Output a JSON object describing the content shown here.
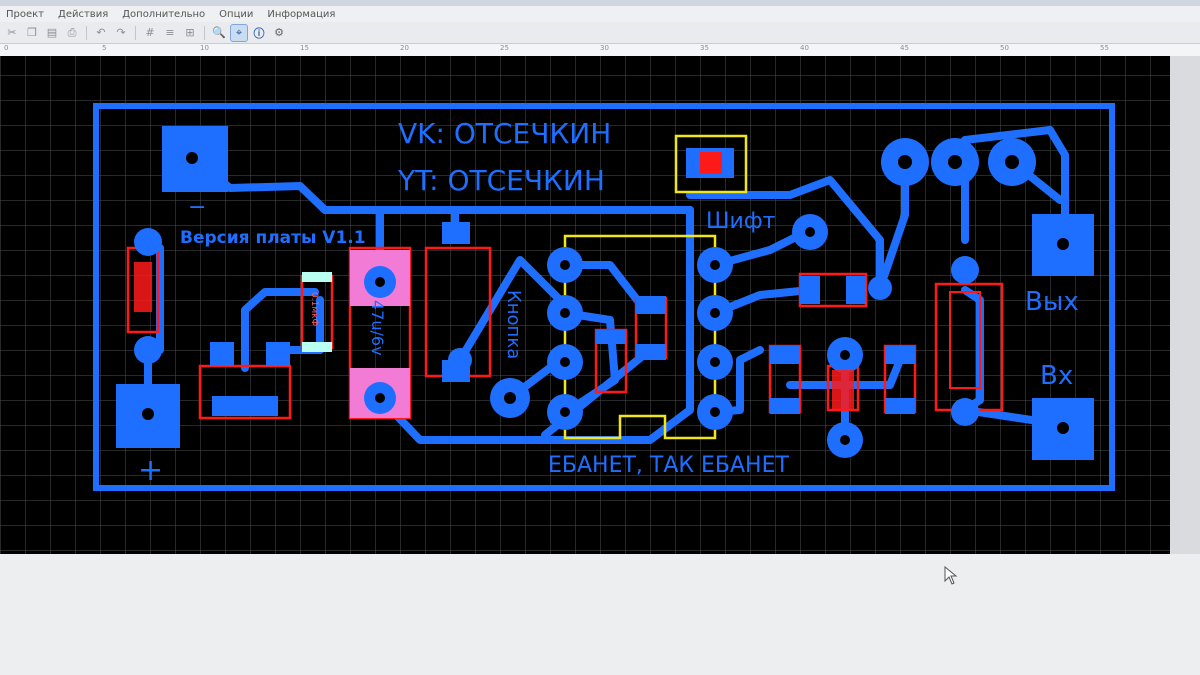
{
  "menu": {
    "items": [
      "Проект",
      "Действия",
      "Дополнительно",
      "Опции",
      "Информация"
    ]
  },
  "toolbar": {
    "icons": [
      "cut-icon",
      "copy-icon",
      "paste-icon",
      "print-icon",
      "undo-icon",
      "redo-icon",
      "grid-icon",
      "zoom-icon",
      "select-icon",
      "info-icon",
      "settings-icon"
    ]
  },
  "ruler": {
    "ticks": [
      "0",
      "5",
      "10",
      "15",
      "20",
      "25",
      "30",
      "35",
      "40",
      "45",
      "50",
      "55"
    ]
  },
  "board": {
    "colors": {
      "copper": "#1e6fff",
      "silk_keepout": "#ff1a1a",
      "outline": "#f0e61a",
      "pad_pink": "#f27bd6",
      "grid": "#8a8f97"
    },
    "labels": {
      "vk": "VK: ОТСЕЧКИН",
      "yt": "YT: ОТСЕЧКИН",
      "version": "Версия платы V1.1",
      "shift": "Шифт",
      "button": "Кнопка",
      "out": "Вых",
      "in": "Вх",
      "bottom": "ЕБАНЕТ, ТАК ЕБАНЕТ",
      "minus": "−",
      "plus": "+",
      "cap_small": "0.1мкФ",
      "cap_big": "47u/6v"
    }
  }
}
